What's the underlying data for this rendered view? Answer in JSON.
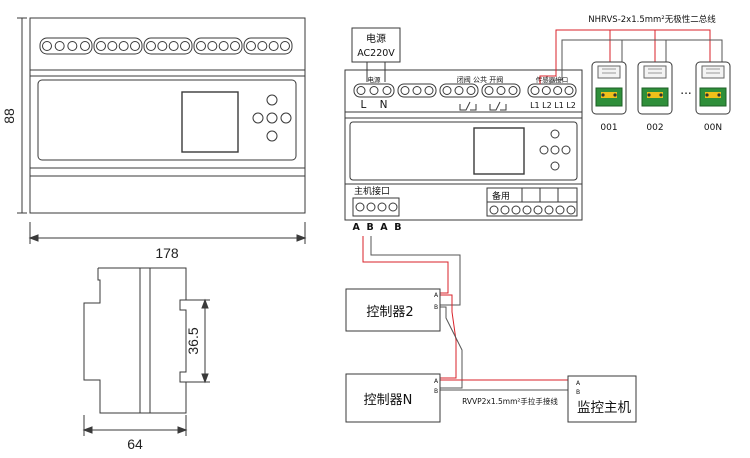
{
  "dimensions": {
    "height": "88",
    "width": "178",
    "depth": "64",
    "rail_height": "36.5"
  },
  "power_box": {
    "line1": "电源",
    "line2": "AC220V"
  },
  "module": {
    "power_label": "电源",
    "power_terminals": "L    N",
    "valve_label": "闭阀 公共 开阀",
    "sensor_label": "传感器接口",
    "sensor_terminals": "L1 L2 L1 L2",
    "host_label": "主机接口",
    "host_terminals": "A  B  A  B",
    "spare_label": "备用"
  },
  "bus": {
    "label": "NHRVS-2x1.5mm²无极性二总线",
    "sensors": [
      {
        "label": "001"
      },
      {
        "label": "002"
      },
      {
        "label": "00N"
      }
    ],
    "ellipsis": "..."
  },
  "controllers": [
    {
      "label": "控制器2",
      "a": "A",
      "b": "B"
    },
    {
      "label": "控制器N",
      "a": "A",
      "b": "B"
    }
  ],
  "cable_label": "RVVP2x1.5mm²手拉手接线",
  "monitor": {
    "label": "监控主机",
    "a": "A",
    "b": "B"
  },
  "colors": {
    "wire_red": "#d8222a",
    "wire_gray": "#555555",
    "outline": "#3a3a3a"
  }
}
